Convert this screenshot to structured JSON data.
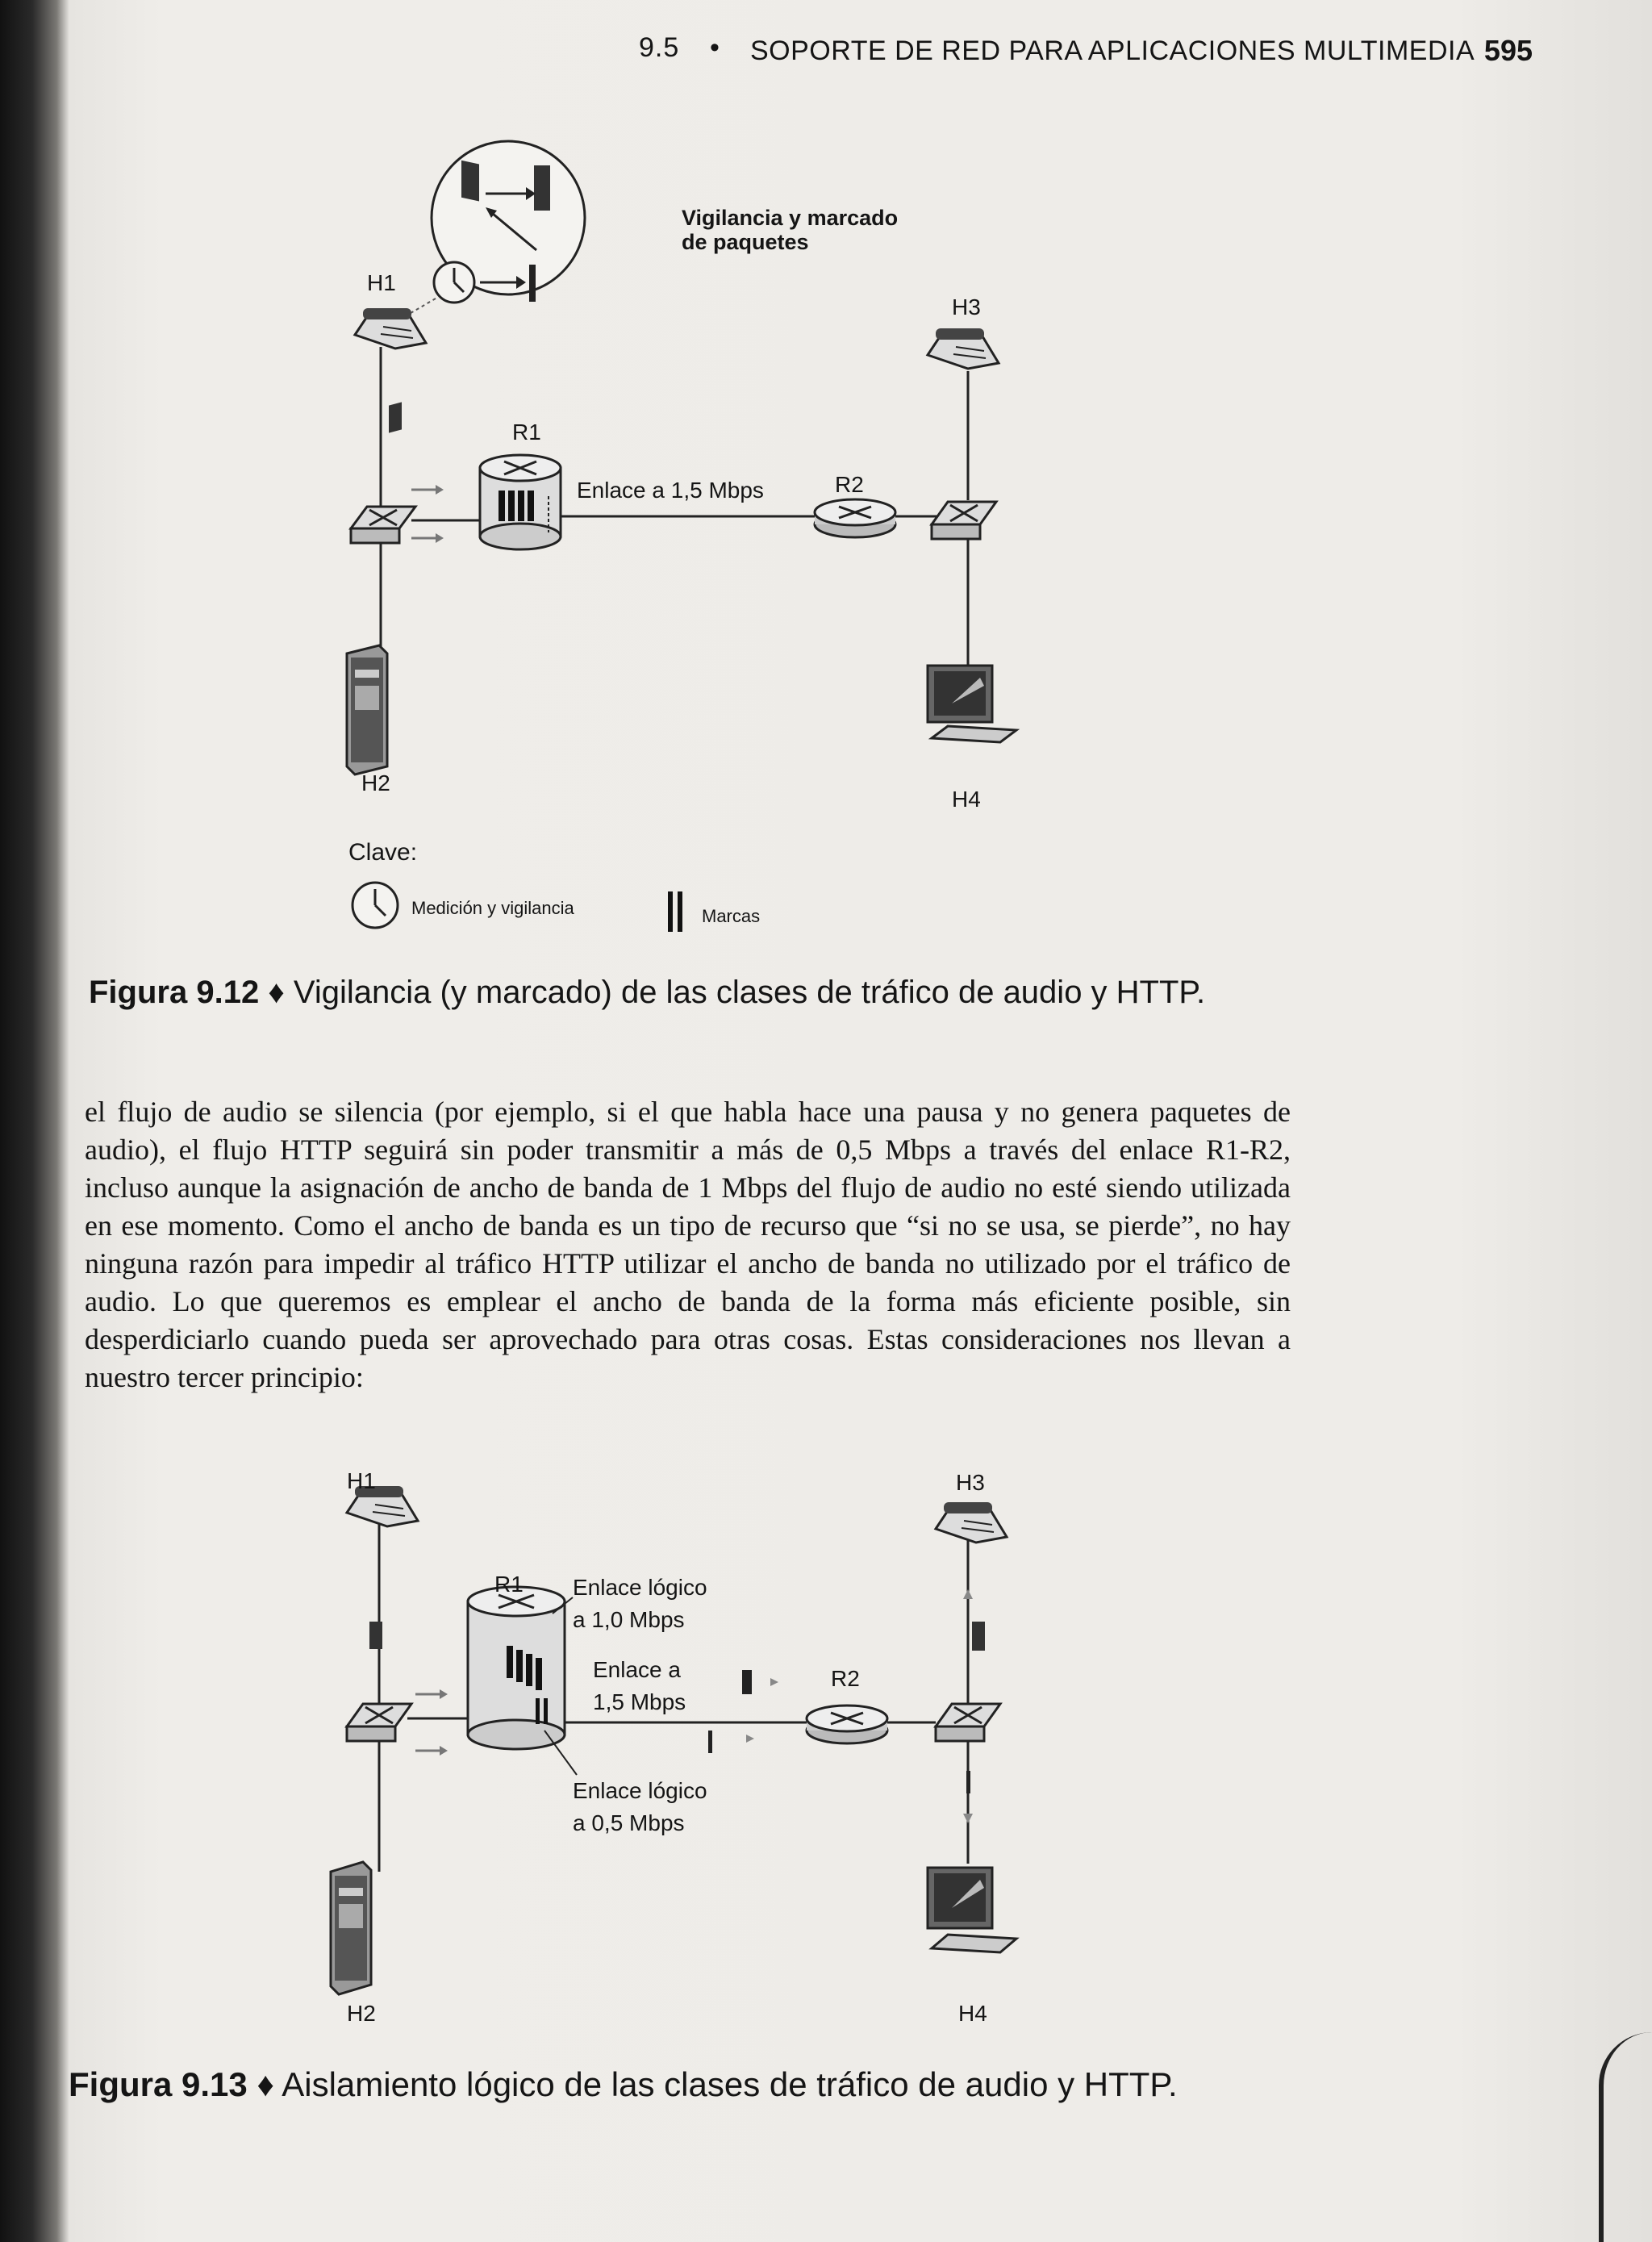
{
  "header": {
    "section": "9.5",
    "bullet": "•",
    "title": "SOPORTE DE RED PARA APLICACIONES MULTIMEDIA",
    "page_number": "595"
  },
  "figure_9_12": {
    "callout": "Vigilancia y marcado\nde paquetes",
    "callout_line1": "Vigilancia y marcado",
    "callout_line2": "de paquetes",
    "hosts": {
      "h1": "H1",
      "h2": "H2",
      "h3": "H3",
      "h4": "H4"
    },
    "routers": {
      "r1": "R1",
      "r2": "R2"
    },
    "link_label": "Enlace a 1,5 Mbps",
    "key_title": "Clave:",
    "key_items": [
      {
        "icon": "clock-icon",
        "label": "Medición y vigilancia"
      },
      {
        "icon": "marks-icon",
        "label": "Marcas"
      }
    ],
    "caption_label": "Figura 9.12",
    "caption_sep": "♦",
    "caption_text": "Vigilancia (y marcado) de las clases de tráfico de audio y HTTP."
  },
  "body": {
    "paragraph": "el flujo de audio se silencia (por ejemplo, si el que habla hace una pausa y no genera paquetes de audio), el flujo HTTP seguirá sin poder transmitir a más de 0,5 Mbps a través del enlace R1-R2, incluso aunque la asignación de ancho de banda de 1 Mbps del flujo de audio no esté siendo utilizada en ese momento. Como el ancho de banda es un tipo de recurso que “si no se usa, se pierde”, no hay ninguna razón para impedir al tráfico HTTP utilizar el ancho de banda no utilizado por el tráfico de audio. Lo que queremos es emplear el ancho de banda de la forma más eficiente posible, sin desperdiciarlo cuando pueda ser aprovechado para otras cosas. Estas consideraciones nos llevan a nuestro tercer principio:"
  },
  "figure_9_13": {
    "hosts": {
      "h1": "H1",
      "h2": "H2",
      "h3": "H3",
      "h4": "H4"
    },
    "routers": {
      "r1": "R1",
      "r2": "R2"
    },
    "logical_link_1_line1": "Enlace lógico",
    "logical_link_1_line2": "a 1,0 Mbps",
    "link_line1": "Enlace a",
    "link_line2": "1,5 Mbps",
    "logical_link_2_line1": "Enlace lógico",
    "logical_link_2_line2": "a 0,5 Mbps",
    "caption_label": "Figura 9.13",
    "caption_sep": "♦",
    "caption_text": "Aislamiento lógico de las clases de tráfico de audio y HTTP."
  }
}
